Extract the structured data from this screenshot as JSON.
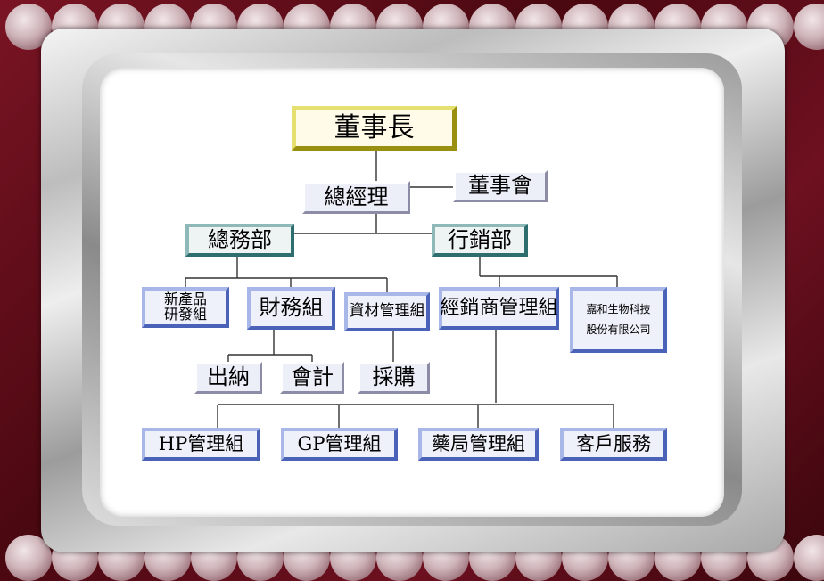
{
  "org_chart": {
    "chairman": "董事長",
    "general_manager": "總經理",
    "board": "董事會",
    "departments": {
      "general_affairs": "總務部",
      "marketing": "行銷部"
    },
    "general_affairs_units": {
      "rnd": [
        "新產品",
        "研發組"
      ],
      "finance": "財務組",
      "materials": "資材管理組"
    },
    "marketing_units": {
      "distributor": "經銷商管理組",
      "subsidiary": [
        "嘉和生物科技",
        "股份有限公司"
      ]
    },
    "finance_units": {
      "cashier": "出納",
      "accounting": "會計"
    },
    "materials_units": {
      "purchasing": "採購"
    },
    "distributor_units": {
      "hp": "HP管理組",
      "gp": "GP管理組",
      "pharmacy": "藥局管理組",
      "customer_service": "客戶服務"
    }
  },
  "colors": {
    "frame_maroon": "#5a0d18",
    "box_blue": "#4a62b8",
    "box_teal": "#2e6e6e",
    "box_gold": "#9a9010"
  }
}
